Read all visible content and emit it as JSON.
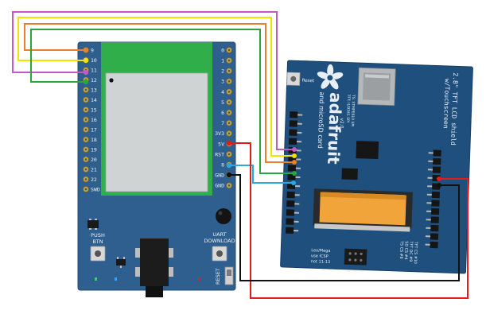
{
  "board": {
    "left_pins": [
      "9",
      "10",
      "11",
      "12",
      "13",
      "14",
      "15",
      "16",
      "17",
      "18",
      "19",
      "20",
      "21",
      "22",
      "SWD"
    ],
    "right_pins": [
      "0",
      "1",
      "2",
      "3",
      "4",
      "5",
      "6",
      "7",
      "3V3",
      "5V",
      "RST",
      "8",
      "GND",
      "GND"
    ],
    "push_btn": [
      "PUSH",
      "BTN"
    ],
    "uart": [
      "UART",
      "DOWNLOAD"
    ],
    "reset": "RESET"
  },
  "shield": {
    "brand": "adafruit",
    "title": [
      "2.8\" TFT LCD shield",
      "w/Touchscreen"
    ],
    "sdcard": [
      "and microSD card"
    ],
    "version": "v2.0",
    "small_text": [
      "TFT: ILI9341 SPI",
      "TS: STMPE610 SPI"
    ],
    "bottom_text": [
      "Leo/Mega",
      "use ICSP",
      "not 11-13"
    ],
    "side_text": [
      "TFT CS #10",
      "TFT DC #9",
      "SD CS #4",
      "TS CS #8"
    ],
    "reset": "Reset"
  },
  "colors": {
    "board_blue": "#2e5f8e",
    "shield_blue": "#1f4f7d",
    "module_green": "#2fae4a",
    "wire_purple": "#c15ac7",
    "wire_yellow": "#f2e300",
    "wire_orange": "#e8802f",
    "wire_green": "#2aa63c",
    "wire_red": "#e31b1b",
    "wire_blue": "#2aa7e0",
    "wire_black": "#111111"
  }
}
